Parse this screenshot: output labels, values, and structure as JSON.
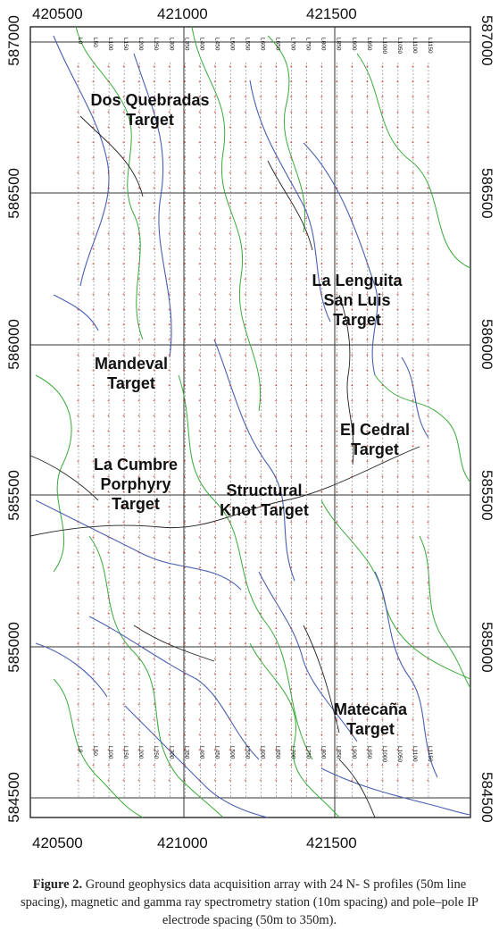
{
  "map": {
    "easting_labels": [
      "420500",
      "421000",
      "421500"
    ],
    "northing_labels": [
      "587000",
      "586500",
      "586000",
      "585500",
      "585000",
      "584500"
    ],
    "colors": {
      "grid_stations": "#d03030",
      "contours": "#3aaa3a",
      "streams": "#4a5fb0",
      "roads": "#222222",
      "frame": "#333333"
    },
    "targets": [
      {
        "id": "dos-quebradas",
        "lines": [
          "Dos Quebradas",
          "Target"
        ]
      },
      {
        "id": "la-lenguita",
        "lines": [
          "La Lenguita",
          "San Luis",
          "Target"
        ]
      },
      {
        "id": "mandeval",
        "lines": [
          "Mandeval",
          "Target"
        ]
      },
      {
        "id": "el-cedral",
        "lines": [
          "El Cedral",
          "Target"
        ]
      },
      {
        "id": "la-cumbre",
        "lines": [
          "La Cumbre",
          "Porphyry",
          "Target"
        ]
      },
      {
        "id": "structural-knot",
        "lines": [
          "Structural",
          "Knot Target"
        ]
      },
      {
        "id": "matecana",
        "lines": [
          "Matecaña",
          "Target"
        ]
      }
    ],
    "line_labels_top": [
      "L0",
      "L50",
      "L100",
      "L150",
      "L200",
      "L250",
      "L300",
      "L350",
      "L400",
      "L450",
      "L500",
      "L550",
      "L600",
      "L650",
      "L700",
      "L750",
      "L800",
      "L850",
      "L900",
      "L950",
      "L1000",
      "L1050",
      "L1100",
      "L1150"
    ],
    "line_labels_bottom": [
      "L0",
      "L50",
      "L100",
      "L150",
      "L200",
      "L250",
      "L300",
      "L350",
      "L400",
      "L450",
      "L500",
      "L550",
      "L600",
      "L650",
      "L700",
      "L750",
      "L800",
      "L850",
      "L900",
      "L950",
      "L1000",
      "L1050",
      "L1100",
      "L1150"
    ]
  },
  "caption": {
    "label": "Figure 2.",
    "text": "Ground geophysics data acquisition array with 24 N- S profiles (50m line spacing), magnetic and gamma ray spectrometry station (10m spacing) and pole–pole IP electrode spacing (50m to 350m)."
  }
}
